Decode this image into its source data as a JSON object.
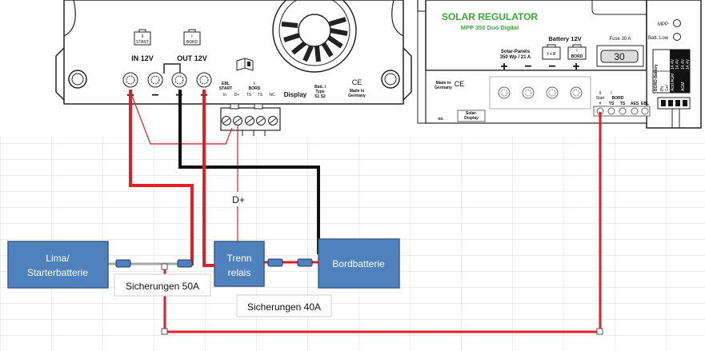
{
  "charger": {
    "term_start_top": "II",
    "term_start_bottom": "START",
    "term_bord_top": "I",
    "term_bord_bottom": "BORD",
    "in_label": "IN 12V",
    "out_label": "OUT 12V",
    "polarity": [
      "+",
      "−",
      "−",
      "+"
    ],
    "ebl_head": "EBL",
    "ebl_head2": "START",
    "ebl_pins": [
      "In",
      "D+",
      "TS",
      "TS",
      "NC"
    ],
    "ebl_bord_top": "I",
    "ebl_bord": "BORD",
    "display": "Display",
    "batt_type_1": "Batt. I",
    "batt_type_2": "Type",
    "batt_type_3": "S1 S2",
    "ce_mark": "CE",
    "made_in_1": "Made in",
    "made_in_2": "Germany"
  },
  "regulator": {
    "title": "SOLAR REGULATOR",
    "subtitle": "MPP 350  Duo Digital",
    "solar_panels_1": "Solar-Panels",
    "solar_panels_2": "350 Wp / 21 A",
    "battery_label": "Battery 12V",
    "batt_box_1": "I + II",
    "batt_box_2_top": "I",
    "batt_box_2_bottom": "BORD",
    "fuse_label": "Fuse 30 A",
    "fuse_value": "30",
    "mpp_led": "MPP",
    "batt_low_led": "Batt. Low",
    "made_in_1": "Made in",
    "made_in_2": "Germany",
    "ce_mark": "CE",
    "signs": [
      "+",
      "−",
      "−",
      "+"
    ],
    "bottom_term_labels": [
      "II",
      "I",
      "BORD"
    ],
    "bottom_pins": [
      "+",
      "TS",
      "TS",
      "AES",
      "EBL"
    ],
    "bottom_pins_sub": "Start",
    "no_label": "no.",
    "solar_display_1": "Solar-",
    "solar_display_2": "Display",
    "side_header": "BORD-Battery",
    "side_rows": [
      "Pb",
      "Gel",
      "Acid AGM",
      "AGM"
    ],
    "side_values": [
      "14,4V",
      "14,4V",
      "14,4V",
      "14,4V"
    ]
  },
  "diagram": {
    "lima_line1": "Lima/",
    "lima_line2": "Starterbatterie",
    "trenn_line1": "Trenn",
    "trenn_line2": "relais",
    "bord": "Bordbatterie",
    "fuse50": "Sicherungen 50A",
    "fuse40": "Sicherungen 40A",
    "dplus": "D+"
  },
  "colors": {
    "box_fill": "#4F81BD",
    "box_stroke": "#385D8A",
    "wire_red": "#E31E24",
    "wire_black": "#111111",
    "regulator_title": "#39A935",
    "grid": "#D9D9D9"
  }
}
